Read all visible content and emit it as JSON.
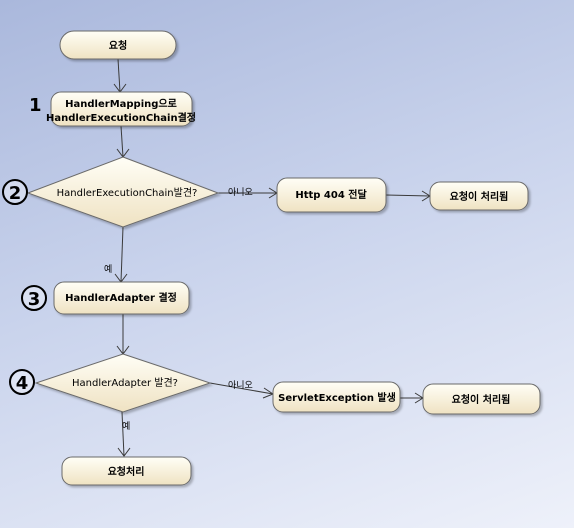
{
  "nodes": {
    "request": "요청",
    "determine_mapping": {
      "line1": "HandlerMapping으로",
      "line2": "HandlerExecutionChain결정"
    },
    "chain_found_decision": "HandlerExecutionChain발견?",
    "http404": "Http 404 전달",
    "processed_1": "요청이 처리됨",
    "determine_adapter": "HandlerAdapter 결정",
    "adapter_found_decision": "HandlerAdapter 발견?",
    "servlet_exception": "ServletException 발생",
    "processed_2": "요청이 처리됨",
    "handle_request": "요청처리"
  },
  "edge_labels": {
    "no_1": "아니오",
    "yes_1": "예",
    "no_2": "아니오",
    "yes_2": "예"
  },
  "step_numbers": {
    "step1": "1",
    "step2": "2",
    "step3": "3",
    "step4": "4"
  },
  "colors": {
    "node_fill_top": "#fffef6",
    "node_fill_bottom": "#efe2c2",
    "node_stroke": "#6b6b6b",
    "edge": "#3a3a3a"
  }
}
